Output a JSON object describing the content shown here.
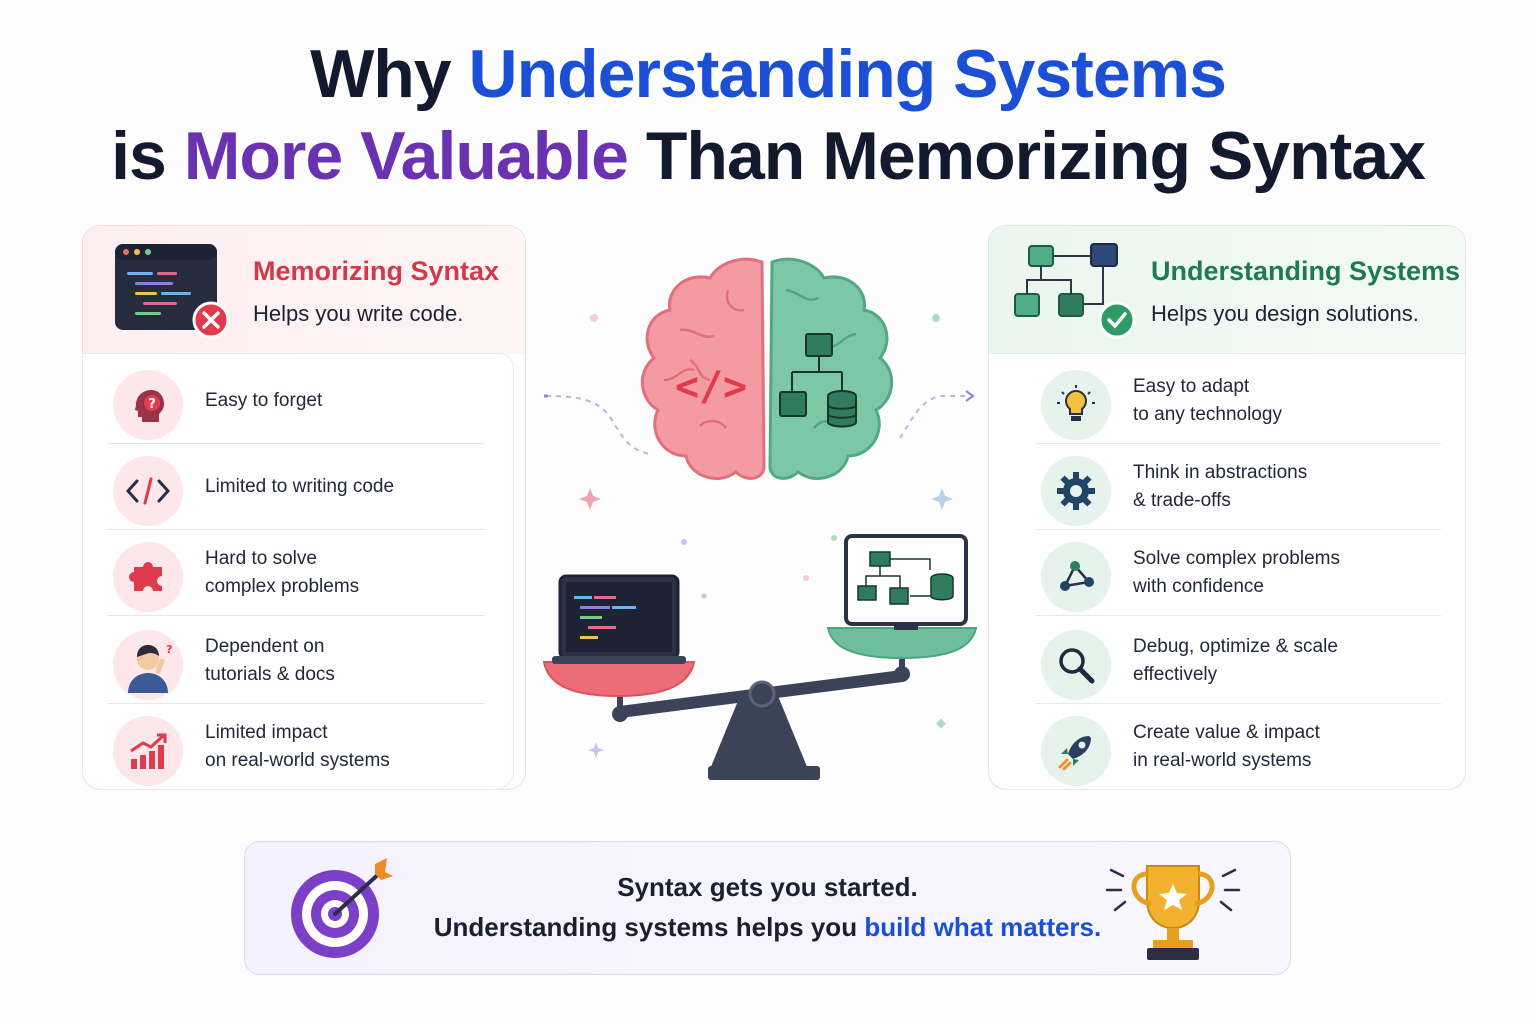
{
  "title": {
    "line1_prefix": "Why ",
    "line1_highlight": "Understanding Systems",
    "line2_prefix": "is ",
    "line2_highlight": "More Valuable",
    "line2_suffix": " Than Memorizing Syntax"
  },
  "left_panel": {
    "title": "Memorizing Syntax",
    "subtitle": "Helps you write code.",
    "items": [
      {
        "line1": "Easy to forget",
        "line2": "",
        "icon": "head-question-icon"
      },
      {
        "line1": "Limited to writing code",
        "line2": "",
        "icon": "code-brackets-icon"
      },
      {
        "line1": "Hard to solve",
        "line2": "complex problems",
        "icon": "puzzle-icon"
      },
      {
        "line1": "Dependent on",
        "line2": "tutorials & docs",
        "icon": "confused-person-icon"
      },
      {
        "line1": "Limited impact",
        "line2": "on real-world systems",
        "icon": "bar-chart-icon"
      }
    ]
  },
  "right_panel": {
    "title": "Understanding Systems",
    "subtitle": "Helps you design solutions.",
    "items": [
      {
        "line1": "Easy to adapt",
        "line2": "to any technology",
        "icon": "lightbulb-icon"
      },
      {
        "line1": "Think in abstractions",
        "line2": "& trade-offs",
        "icon": "gear-icon"
      },
      {
        "line1": "Solve complex problems",
        "line2": "with confidence",
        "icon": "network-icon"
      },
      {
        "line1": "Debug, optimize & scale",
        "line2": "effectively",
        "icon": "magnifier-icon"
      },
      {
        "line1": "Create value & impact",
        "line2": "in real-world systems",
        "icon": "rocket-icon"
      }
    ]
  },
  "center": {
    "brain_code_glyph": "</>",
    "icons": [
      "brain-icon",
      "laptop-icon",
      "monitor-diagram-icon",
      "balance-scale-icon"
    ]
  },
  "banner": {
    "line1": "Syntax gets you started.",
    "line2_prefix": "Understanding systems helps you ",
    "line2_highlight": "build what matters."
  },
  "colors": {
    "blue": "#1a4fd6",
    "purple": "#6a32b0",
    "red": "#d23a4a",
    "green": "#1f7a52",
    "dark": "#141a2e"
  }
}
